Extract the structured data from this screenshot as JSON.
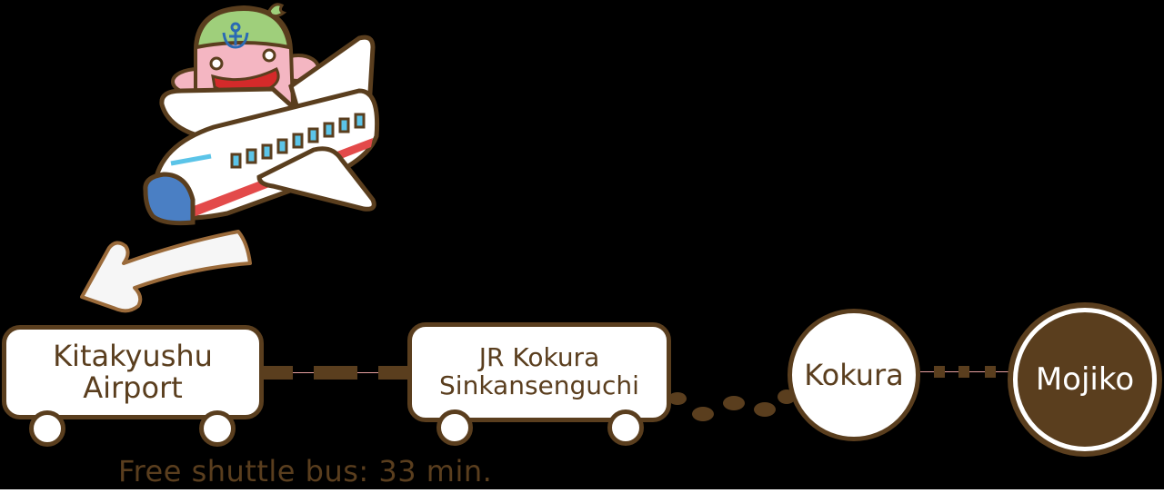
{
  "colors": {
    "background": "#000000",
    "brown": "#5a3e1e",
    "white": "#ffffff",
    "connector_line": "#e8a0a0",
    "plane_stripe_red": "#e34a4a",
    "plane_window_blue": "#5bc4e8",
    "plane_nose_blue": "#4a7fc4",
    "mascot_pink": "#f4b6c2",
    "mascot_cap_green": "#9fcf7b"
  },
  "illustration": {
    "mascot": "octopus-mascot-with-anchor-cap",
    "vehicle": "airplane",
    "arrow": "curved-arrow-pointing-down-left"
  },
  "route": {
    "stops": [
      {
        "id": "kitakyushu-airport",
        "line1": "Kitakyushu",
        "line2": "Airport",
        "shape": "bus"
      },
      {
        "id": "jr-kokura-sinkansenguchi",
        "line1": "JR Kokura",
        "line2": "Sinkansenguchi",
        "shape": "bus"
      },
      {
        "id": "kokura",
        "label": "Kokura",
        "shape": "circle-white"
      },
      {
        "id": "mojiko",
        "label": "Mojiko",
        "shape": "circle-brown"
      }
    ],
    "connectors": [
      {
        "from": "kitakyushu-airport",
        "to": "jr-kokura-sinkansenguchi",
        "style": "dashed-bars"
      },
      {
        "from": "jr-kokura-sinkansenguchi",
        "to": "kokura",
        "style": "dotted-ovals"
      },
      {
        "from": "kokura",
        "to": "mojiko",
        "style": "dashed-squares"
      }
    ]
  },
  "caption": "Free shuttle bus: 33 min."
}
